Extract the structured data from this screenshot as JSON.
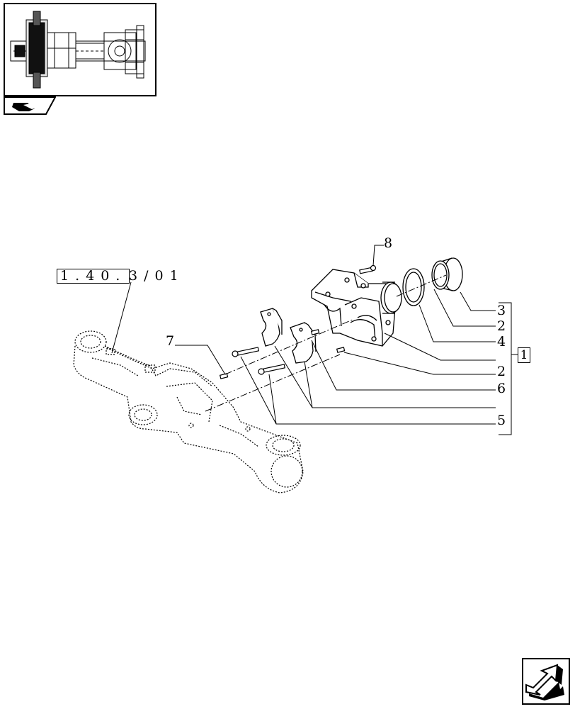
{
  "reference": {
    "main": "1.40.",
    "suffix": "3/01"
  },
  "group_label": "1",
  "callouts": [
    {
      "id": "c8",
      "label": "8"
    },
    {
      "id": "c3",
      "label": "3"
    },
    {
      "id": "c2a",
      "label": "2"
    },
    {
      "id": "c4",
      "label": "4"
    },
    {
      "id": "c7",
      "label": "7"
    },
    {
      "id": "c2b",
      "label": "2"
    },
    {
      "id": "c6",
      "label": "6"
    },
    {
      "id": "c5",
      "label": "5"
    }
  ],
  "icons": {
    "thumbnail": "axle-assembly-thumbnail",
    "tab": "section-tab-icon",
    "nav": "next-page-arrow-icon"
  }
}
